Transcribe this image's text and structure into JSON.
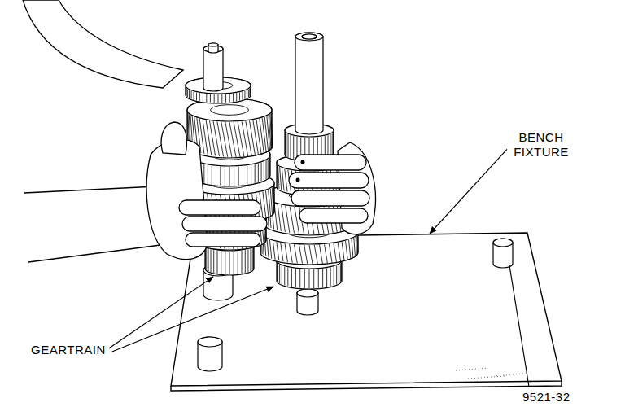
{
  "diagram": {
    "labels": [
      "BENCH FIXTURE",
      "GEARTRAIN",
      "9521-32"
    ]
  }
}
